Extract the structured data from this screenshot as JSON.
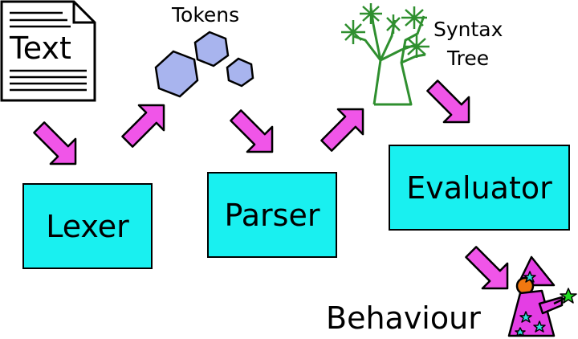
{
  "document": {
    "word": "Text"
  },
  "tokens": {
    "label": "Tokens"
  },
  "syntax_tree": {
    "line1": "Syntax",
    "line2": "Tree"
  },
  "stages": {
    "lexer": "Lexer",
    "parser": "Parser",
    "evaluator": "Evaluator"
  },
  "behaviour": {
    "label": "Behaviour"
  },
  "colors": {
    "stage_fill": "#19f0f0",
    "arrow_fill": "#f055e8",
    "token_fill": "#a8b4ee",
    "tree_stroke": "#2f8f2f",
    "wizard_robe": "#e43ee4",
    "wizard_face": "#f07810",
    "star": "#2ee0e0",
    "wand_star": "#22dd22"
  },
  "icons": [
    "document-icon",
    "token-hexagon-icon",
    "syntax-tree-icon",
    "wizard-icon",
    "wand-star-icon"
  ]
}
